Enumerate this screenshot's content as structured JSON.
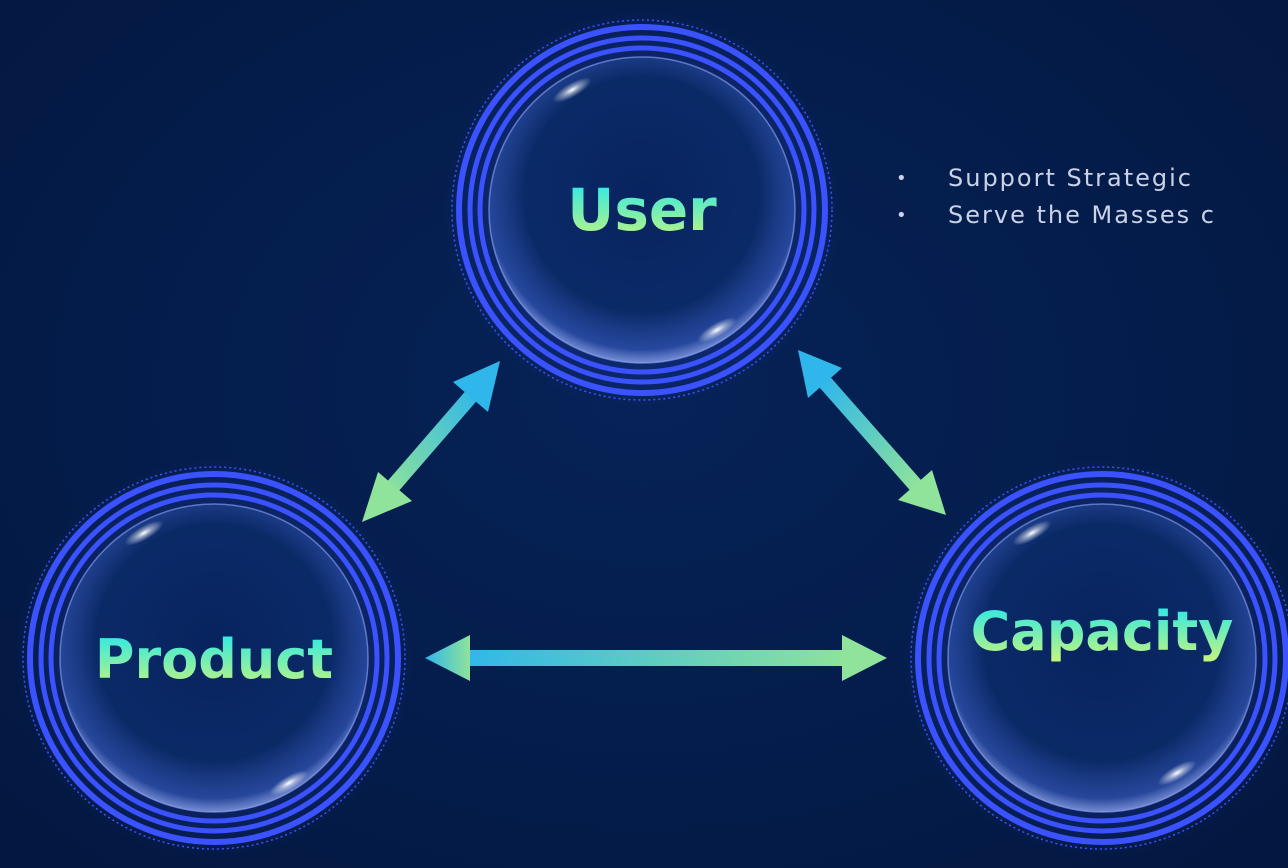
{
  "nodes": {
    "user": {
      "label": "User"
    },
    "product": {
      "label": "Product"
    },
    "capacity": {
      "label": "Capacity"
    }
  },
  "bullets": [
    "Support Strategic",
    "Serve the Masses c"
  ],
  "colors": {
    "background": "#041c4a",
    "ring": "#3a52ff",
    "text_gradient_start": "#1fe7f0",
    "text_gradient_end": "#c9f57a",
    "arrow_gradient_start": "#2fb6ea",
    "arrow_gradient_end": "#8fe39a",
    "bullet_text": "#c9d2e6"
  }
}
